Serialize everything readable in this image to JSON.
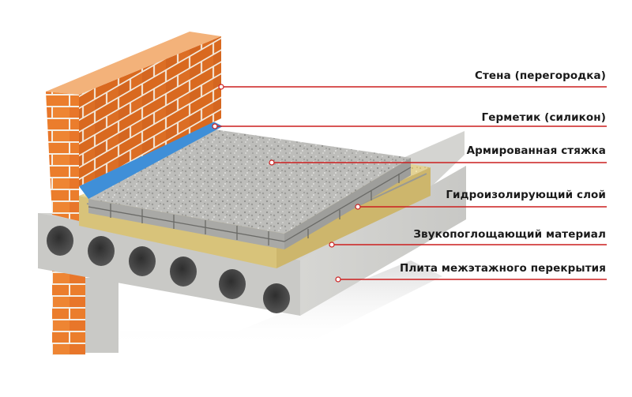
{
  "diagram": {
    "labels": {
      "wall": "Стена (перегородка)",
      "sealant": "Герметик (силикон)",
      "screed": "Армированная стяжка",
      "waterproofing": "Гидроизолирующий слой",
      "soundproofing": "Звукопоглощающий материал",
      "slab": "Плита межэтажного перекрытия"
    },
    "colors": {
      "leader_line": "#cc1f1f",
      "brick": "#e8782a",
      "mortar": "#f4ede2",
      "sealant": "#3f8fd8",
      "screed": "#b9b9b6",
      "sound_layer": "#e2d08e",
      "slab": "#d7d7d4"
    }
  }
}
